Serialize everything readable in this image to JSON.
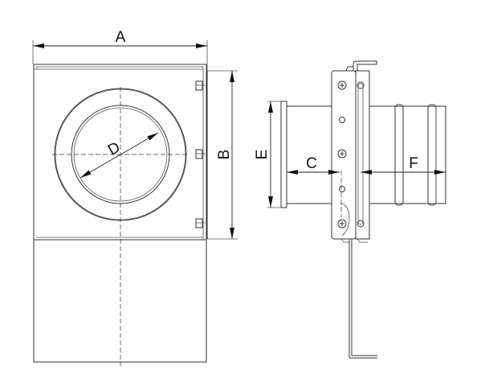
{
  "drawing": {
    "dimensions": {
      "A": "A",
      "B": "B",
      "C": "C",
      "D": "D",
      "E": "E",
      "F": "F"
    },
    "line_color": "#333333"
  }
}
